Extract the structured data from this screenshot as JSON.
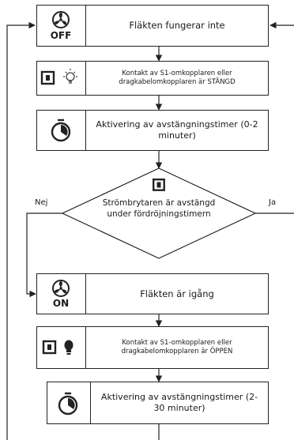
{
  "nodes": {
    "fan_off": {
      "text": "Fläkten fungerar inte",
      "badge": "OFF"
    },
    "contact_closed": {
      "text": "Kontakt av S1-omkopplaren eller dragkabelomkopplaren är STÄNGD"
    },
    "timer_a": {
      "text": "Aktivering av avstängningstimer (0-2 minuter)"
    },
    "decision": {
      "text": "Strömbrytaren är avstängd under fördröjningstimern"
    },
    "fan_on": {
      "text": "Fläkten är igång",
      "badge": "ON"
    },
    "contact_open": {
      "text": "Kontakt av S1-omkopplaren eller dragkabelomkopplaren är ÖPPEN"
    },
    "timer_b": {
      "text": "Aktivering av avstängningstimer (2-30 minuter)"
    }
  },
  "branches": {
    "no": "Nej",
    "yes": "Ja"
  },
  "colors": {
    "stroke": "#222222",
    "background": "#ffffff"
  }
}
